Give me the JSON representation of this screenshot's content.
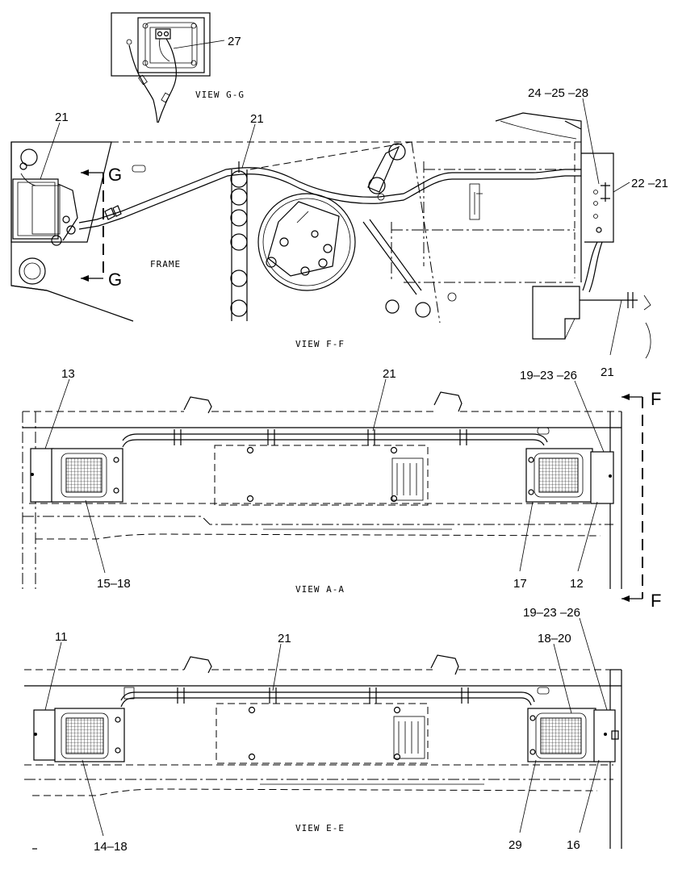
{
  "views": {
    "g": {
      "title": "VIEW G-G"
    },
    "f": {
      "title": "VIEW F-F",
      "frame_label": "FRAME",
      "section_letter": "G"
    },
    "a": {
      "title": "VIEW A-A",
      "section_letter": "F"
    },
    "e": {
      "title": "VIEW E-E"
    }
  },
  "callouts": {
    "c27": "27",
    "c21_left": "21",
    "c21_mid": "21",
    "c24_25_28": "24 –25 –28",
    "c22_21": "22 –21",
    "c21_low": "21",
    "c13": "13",
    "c21_a": "21",
    "c19_23_26_a": "19–23 –26",
    "c15_18": "15–18",
    "c17": "17",
    "c12": "12",
    "c11": "11",
    "c21_e": "21",
    "c19_23_26_e": "19–23 –26",
    "c18_20": "18–20",
    "c14_18": "14–18",
    "c29": "29",
    "c16": "16"
  }
}
